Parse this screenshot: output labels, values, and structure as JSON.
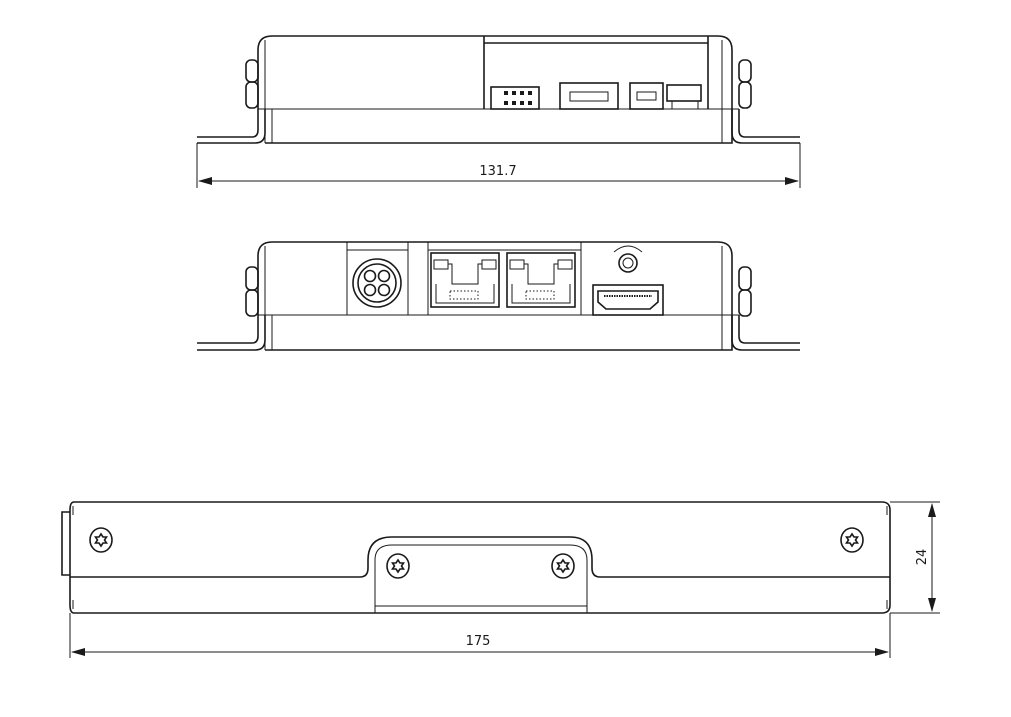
{
  "drawing": {
    "views": [
      "top-view",
      "front-view",
      "side-view"
    ],
    "dimensions": {
      "top_width": "131.7",
      "side_length": "175",
      "side_height": "24"
    },
    "line_color": "#1a1a1a",
    "background": "#ffffff"
  }
}
